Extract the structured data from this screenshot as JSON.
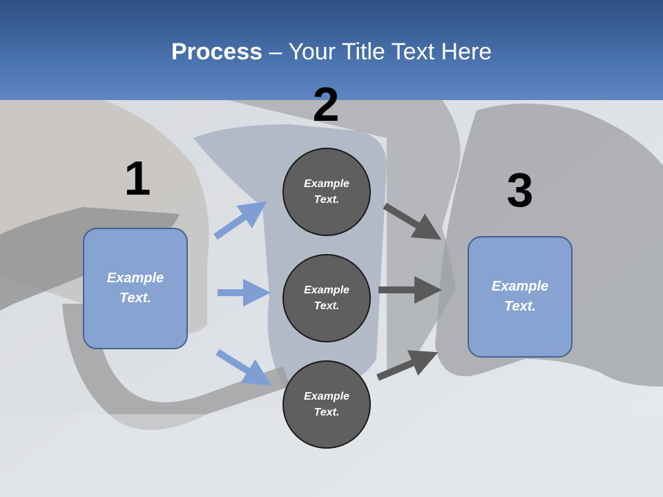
{
  "slide": {
    "title_bold": "Process",
    "title_rest": " – Your Title Text Here"
  },
  "steps": {
    "step1": {
      "number": "1",
      "text_line1": "Example",
      "text_line2": "Text."
    },
    "step2": {
      "number": "2",
      "circles": [
        {
          "text_line1": "Example",
          "text_line2": "Text."
        },
        {
          "text_line1": "Example",
          "text_line2": "Text."
        },
        {
          "text_line1": "Example",
          "text_line2": "Text."
        }
      ]
    },
    "step3": {
      "number": "3",
      "text_line1": "Example",
      "text_line2": "Text."
    }
  },
  "colors": {
    "header": "#3a5f98",
    "box_fill": "#86a3d2",
    "circle_fill": "#5f5f5f",
    "blue_arrow": "#7f9fd4",
    "gray_arrow": "#5a5a5a"
  },
  "background_image": "fuel-pump-nozzle-photo"
}
